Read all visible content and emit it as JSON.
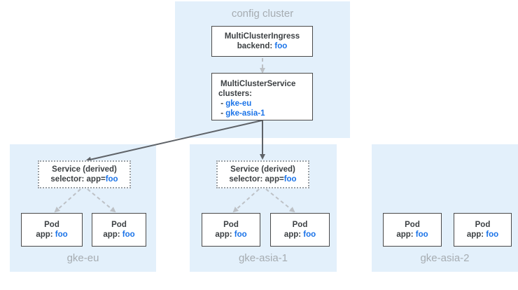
{
  "config_cluster": {
    "label": "config cluster",
    "ingress": {
      "title": "MultiClusterIngress",
      "key": "backend: ",
      "value": "foo"
    },
    "service": {
      "title": "MultiClusterService",
      "clusters_label": "clusters:",
      "clusters": [
        "gke-eu",
        "gke-asia-1"
      ]
    }
  },
  "clusters": [
    {
      "label": "gke-eu",
      "service": {
        "title": "Service (derived)",
        "key": "selector: app=",
        "value": "foo"
      },
      "pods": [
        {
          "title": "Pod",
          "key": "app: ",
          "value": "foo"
        },
        {
          "title": "Pod",
          "key": "app: ",
          "value": "foo"
        }
      ]
    },
    {
      "label": "gke-asia-1",
      "service": {
        "title": "Service (derived)",
        "key": "selector: app=",
        "value": "foo"
      },
      "pods": [
        {
          "title": "Pod",
          "key": "app: ",
          "value": "foo"
        },
        {
          "title": "Pod",
          "key": "app: ",
          "value": "foo"
        }
      ]
    },
    {
      "label": "gke-asia-2",
      "pods": [
        {
          "title": "Pod",
          "key": "app: ",
          "value": "foo"
        },
        {
          "title": "Pod",
          "key": "app: ",
          "value": "foo"
        }
      ]
    }
  ],
  "colors": {
    "region": "#e3f0fb",
    "accent": "#1a73e8",
    "label": "#a6acb1"
  }
}
